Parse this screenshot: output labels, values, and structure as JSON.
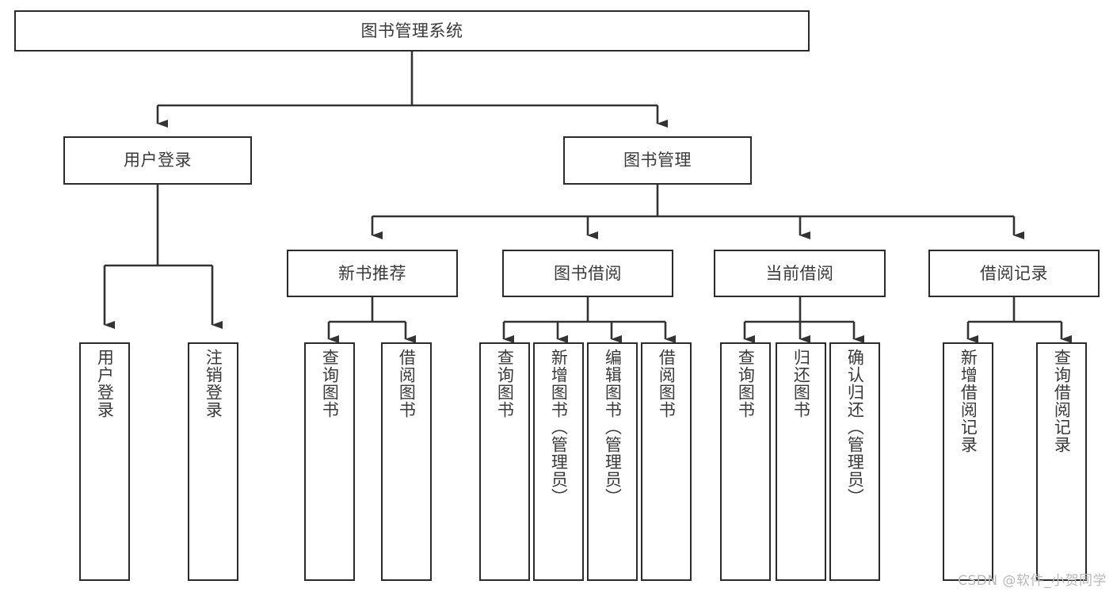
{
  "diagram": {
    "type": "tree",
    "title": "图书管理系统",
    "watermark": "CSDN @软件_小贺同学",
    "colors": {
      "box_border": "#2b2b2b",
      "box_fill": "#ffffff",
      "edge": "#333333",
      "label_text": "#3a3a3a",
      "watermark_text": "#b9b9b9",
      "background": "#ffffff"
    },
    "nodes": {
      "root": {
        "label": "图书管理系统",
        "level": 0
      },
      "l1": [
        {
          "id": "user-login",
          "label": "用户登录"
        },
        {
          "id": "book-manage",
          "label": "图书管理"
        }
      ],
      "l2": [
        {
          "id": "new-book-rec",
          "label": "新书推荐",
          "parent": "book-manage"
        },
        {
          "id": "book-borrow",
          "label": "图书借阅",
          "parent": "book-manage"
        },
        {
          "id": "current-borrow",
          "label": "当前借阅",
          "parent": "book-manage"
        },
        {
          "id": "borrow-record",
          "label": "借阅记录",
          "parent": "book-manage"
        }
      ],
      "leaves": [
        {
          "id": "leaf-user-login",
          "label": "用户登录",
          "parent": "user-login"
        },
        {
          "id": "leaf-logout",
          "label": "注销登录",
          "parent": "user-login"
        },
        {
          "id": "leaf-query-book-1",
          "label": "查询图书",
          "parent": "new-book-rec"
        },
        {
          "id": "leaf-borrow-book-1",
          "label": "借阅图书",
          "parent": "new-book-rec"
        },
        {
          "id": "leaf-query-book-2",
          "label": "查询图书",
          "parent": "book-borrow"
        },
        {
          "id": "leaf-add-book",
          "label": "新增图书（管理员）",
          "parent": "book-borrow"
        },
        {
          "id": "leaf-edit-book",
          "label": "编辑图书（管理员）",
          "parent": "book-borrow"
        },
        {
          "id": "leaf-borrow-book-2",
          "label": "借阅图书",
          "parent": "book-borrow"
        },
        {
          "id": "leaf-query-book-3",
          "label": "查询图书",
          "parent": "current-borrow"
        },
        {
          "id": "leaf-return-book",
          "label": "归还图书",
          "parent": "current-borrow"
        },
        {
          "id": "leaf-confirm-return",
          "label": "确认归还（管理员）",
          "parent": "current-borrow"
        },
        {
          "id": "leaf-add-record",
          "label": "新增借阅记录",
          "parent": "borrow-record"
        },
        {
          "id": "leaf-query-record",
          "label": "查询借阅记录",
          "parent": "borrow-record"
        }
      ]
    }
  }
}
